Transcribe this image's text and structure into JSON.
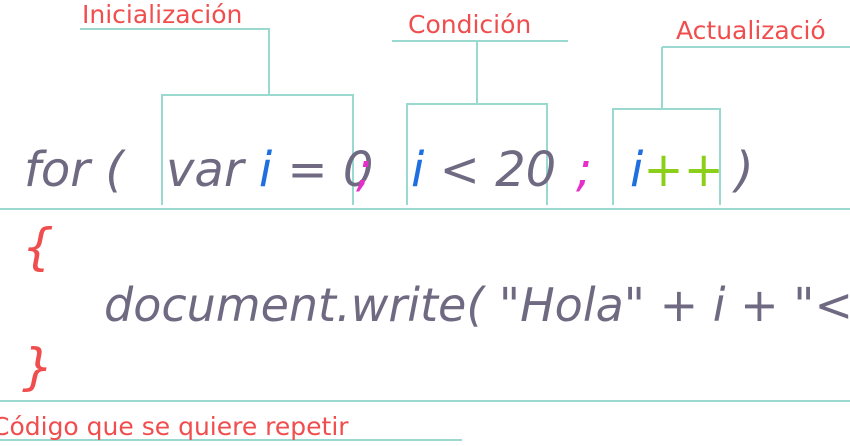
{
  "labels": {
    "init": "Inicialización",
    "cond": "Condición",
    "update": "Actualizació",
    "repeat": "Código que se quiere repetir"
  },
  "code": {
    "for_open": "for (",
    "var_kw": "var ",
    "var_i": "i",
    "var_assign": " = 0",
    "semi": ";",
    "cond_i": "i",
    "cond_rest": " < 20",
    "update_i": "i",
    "update_op": "++",
    "close_paren": ")",
    "open_brace": "{",
    "body": "document.write( \"Hola\" + i + \"<b",
    "close_brace": "}"
  },
  "colors": {
    "label": "#f04e4e",
    "lines": "#9ad9d0",
    "code": "#6f6a82",
    "variable": "#1f6fe0",
    "semicolon": "#e62fc8",
    "increment": "#8ccf1a",
    "brace": "#f04e4e"
  }
}
